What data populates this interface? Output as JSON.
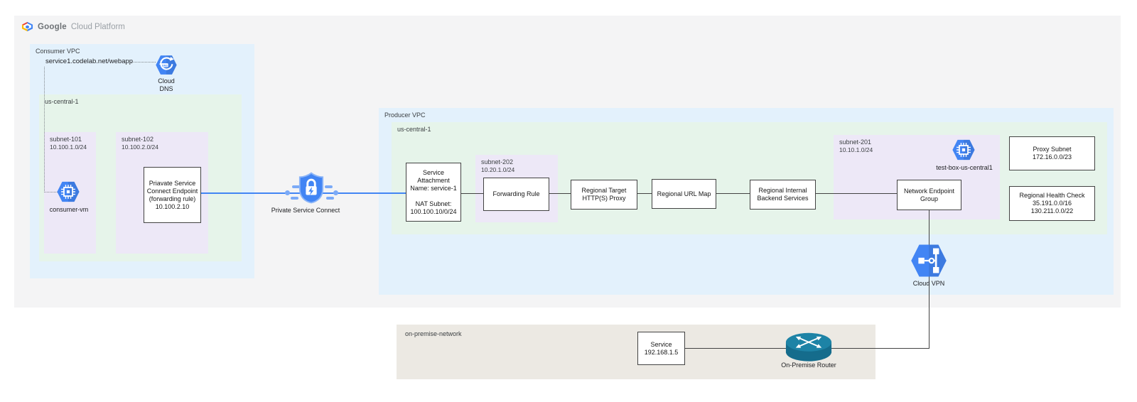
{
  "logo": {
    "brand": "Google",
    "product": "Cloud Platform"
  },
  "colors": {
    "icon_blue": "#4285F4",
    "vpc_bg": "#E3F1FC",
    "region_bg": "#E6F4EA",
    "subnet_bg": "#EDE8F7",
    "onprem_bg": "#ECE9E3",
    "canvas_bg": "#F4F4F5",
    "connector_blue": "#4285F4",
    "connector_dark": "#424242",
    "router_teal": "#1D83A6"
  },
  "consumer_vpc": {
    "label": "Consumer VPC",
    "dns_record": "service1.codelab.net/webapp",
    "cloud_dns_label": "Cloud DNS",
    "region_label": "us-central-1",
    "subnet101_name": "subnet-101",
    "subnet101_cidr": "10.100.1.0/24",
    "vm_label": "consumer-vm",
    "subnet102_name": "subnet-102",
    "subnet102_cidr": "10.100.2.0/24",
    "endpoint_lines": [
      "Priavate Service",
      "Connect Endpoint",
      "(forwarding rule)",
      "10.100.2.10"
    ]
  },
  "psc": {
    "label": "Private Service Connect"
  },
  "producer_vpc": {
    "label": "Producer VPC",
    "region_label": "us-central-1",
    "service_attachment_lines": [
      "Service",
      "Attachment",
      "Name: service-1",
      "",
      "NAT Subnet:",
      "100.100.10/0/24"
    ],
    "subnet202_name": "subnet-202",
    "subnet202_cidr": "10.20.1.0/24",
    "forwarding_rule_lines": [
      "Forwarding Rule"
    ],
    "target_proxy_lines": [
      "Regional Target",
      "HTTP(S) Proxy"
    ],
    "url_map_lines": [
      "Regional URL Map"
    ],
    "backend_lines": [
      "Regional Internal",
      "Backend Services"
    ],
    "subnet201_name": "subnet-201",
    "subnet201_cidr": "10.10.1.0/24",
    "neg_lines": [
      "Network Endpoint",
      "Group"
    ],
    "testbox_label": "test-box-us-central1",
    "proxy_subnet_lines": [
      "Proxy Subnet",
      "172.16.0.0/23"
    ],
    "health_check_lines": [
      "Regional Health Check",
      "35.191.0.0/16",
      "130.211.0.0/22"
    ],
    "cloud_vpn_label": "Cloud VPN"
  },
  "on_premise": {
    "label": "on-premise-network",
    "service_lines": [
      "Service",
      "192.168.1.5"
    ],
    "router_label": "On-Premise Router"
  }
}
